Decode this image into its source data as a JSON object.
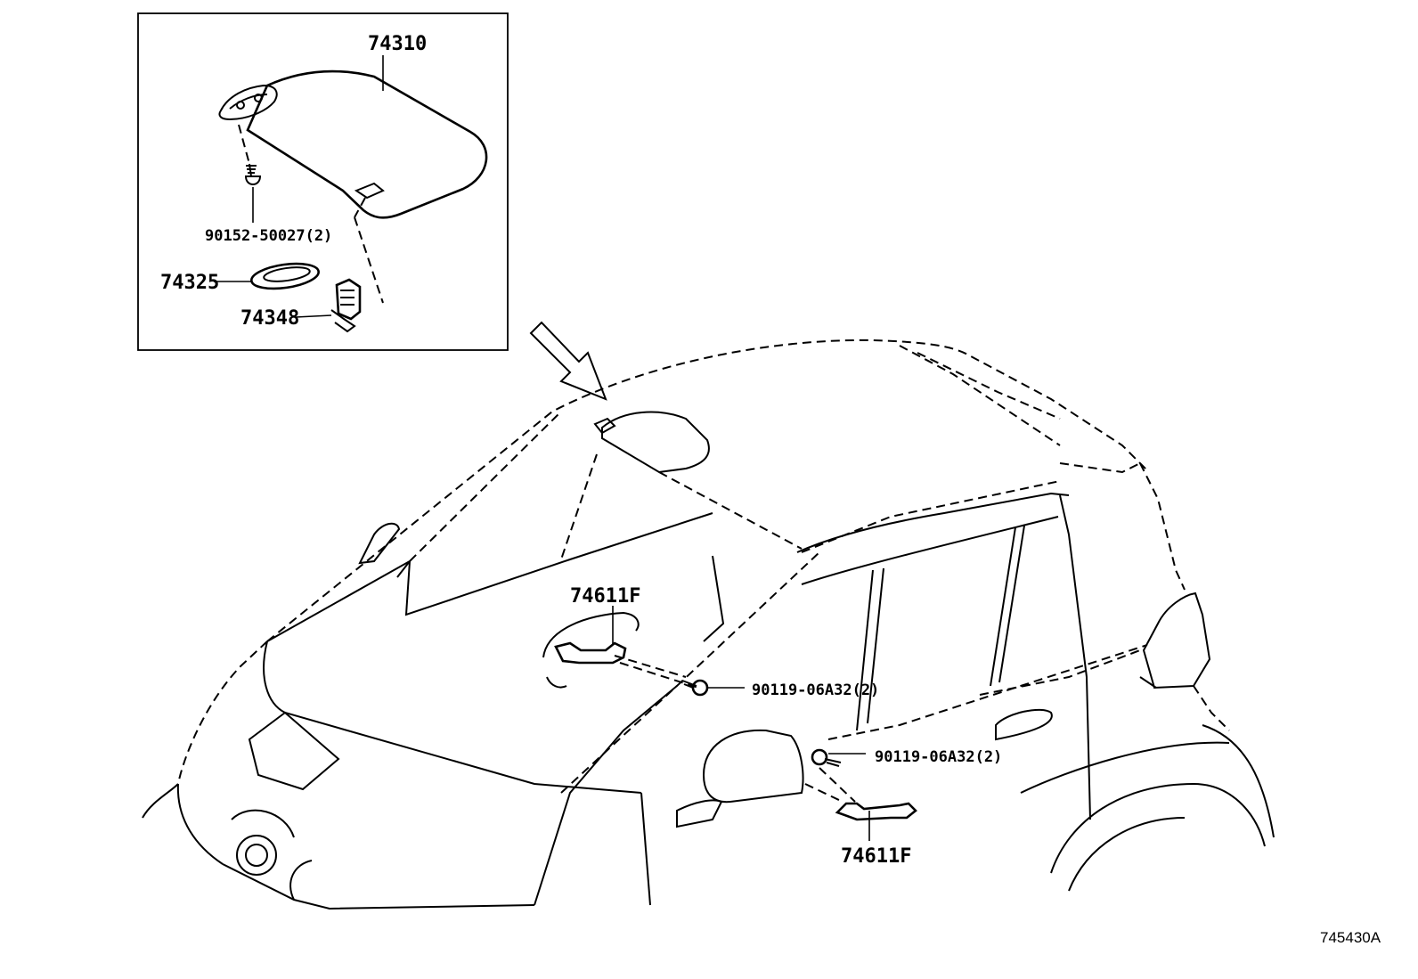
{
  "diagram_id": "745430A",
  "callouts": {
    "visor": "74310",
    "visor_screw": "90152-50027(2)",
    "visor_cover": "74325",
    "visor_holder": "74348",
    "grip_upper": "74611F",
    "grip_lower": "74611F",
    "bolt_upper": "90119-06A32(2)",
    "bolt_lower": "90119-06A32(2)"
  }
}
